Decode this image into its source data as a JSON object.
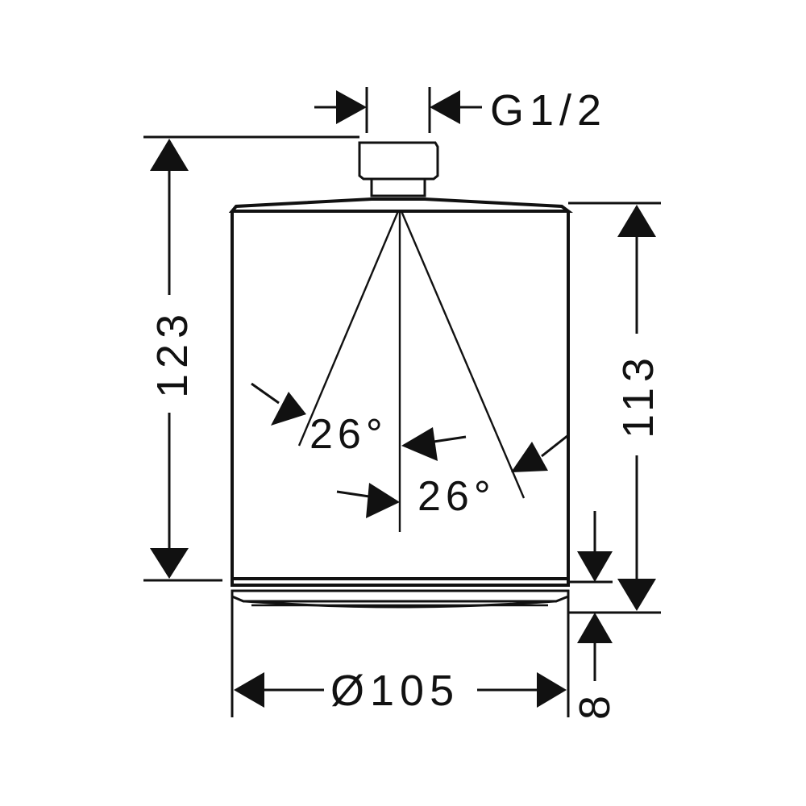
{
  "dimensions": {
    "thread": "G1/2",
    "total_height": "123",
    "body_height": "113",
    "diameter": "Ø105",
    "bottom_height": "8",
    "spray_angle_left": "26°",
    "spray_angle_right": "26°"
  },
  "colors": {
    "line": "#111111",
    "background": "#ffffff"
  }
}
